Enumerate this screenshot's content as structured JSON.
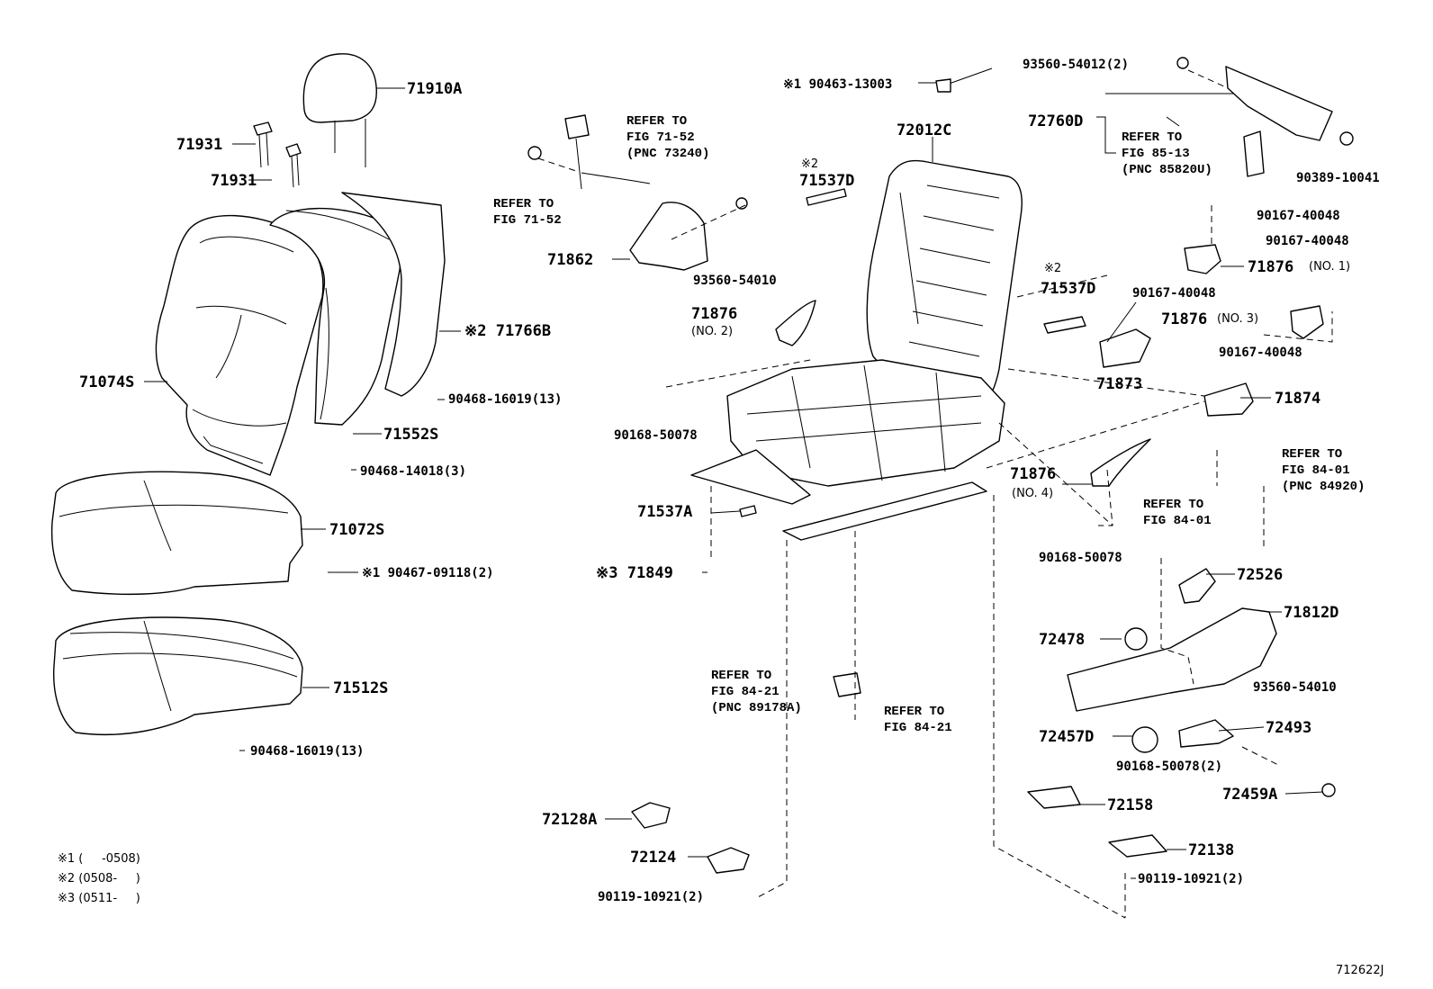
{
  "figure_code": "712622J",
  "parts": {
    "p71910A": "71910A",
    "p71931a": "71931",
    "p71931b": "71931",
    "p71074S": "71074S",
    "p71766B": "※2 71766B",
    "p90468_16019_a": "90468-16019(13)",
    "p71552S": "71552S",
    "p90468_14018": "90468-14018(3)",
    "p71072S": "71072S",
    "p90467_09118": "※1 90467-09118(2)",
    "p71512S": "71512S",
    "p90468_16019_b": "90468-16019(13)",
    "p71862": "71862",
    "p93560_54010_a": "93560-54010",
    "p90463_13003": "※1 90463-13003",
    "p72012C": "72012C",
    "p71537D_a_mark": "※2",
    "p71537D_a": "71537D",
    "p71876_2": "71876",
    "p71876_2_sub": "(NO. 2)",
    "p90168_50078_a": "90168-50078",
    "p71537D_b_mark": "※2",
    "p71537D_b": "71537D",
    "p71873": "71873",
    "p71874": "71874",
    "p71876_4": "71876",
    "p71876_4_sub": "(NO. 4)",
    "p90168_50078_b": "90168-50078",
    "p71537A": "71537A",
    "p71849": "※3 71849",
    "p93560_54012": "93560-54012(2)",
    "p72760D": "72760D",
    "p90389_10041": "90389-10041",
    "p90167_40048_a": "90167-40048",
    "p90167_40048_b": "90167-40048",
    "p71876_1": "71876",
    "p71876_1_sub": "(NO. 1)",
    "p90167_40048_c": "90167-40048",
    "p71876_3": "71876",
    "p71876_3_sub": "(NO. 3)",
    "p90167_40048_d": "90167-40048",
    "p72526": "72526",
    "p71812D": "71812D",
    "p72478": "72478",
    "p93560_54010_b": "93560-54010",
    "p72457D": "72457D",
    "p72493": "72493",
    "p90168_50078_c": "90168-50078(2)",
    "p72459A": "72459A",
    "p72158": "72158",
    "p72138": "72138",
    "p90119_10921_a": "90119-10921(2)",
    "p72128A": "72128A",
    "p72124": "72124",
    "p90119_10921_b": "90119-10921(2)"
  },
  "refs": {
    "r_fig7152_a": [
      "REFER TO",
      "FIG 71-52",
      "(PNC 73240)"
    ],
    "r_fig7152_b": [
      "REFER TO",
      "FIG 71-52"
    ],
    "r_fig8513": [
      "REFER TO",
      "FIG 85-13",
      "(PNC 85820U)"
    ],
    "r_fig8401_a": [
      "REFER TO",
      "FIG 84-01",
      "(PNC 84920)"
    ],
    "r_fig8401_b": [
      "REFER TO",
      "FIG 84-01"
    ],
    "r_fig8421_a": [
      "REFER TO",
      "FIG 84-21",
      "(PNC 89178A)"
    ],
    "r_fig8421_b": [
      "REFER TO",
      "FIG 84-21"
    ]
  },
  "notes": [
    "※1 (     -0508)",
    "※2 (0508-     )",
    "※3 (0511-     )"
  ]
}
